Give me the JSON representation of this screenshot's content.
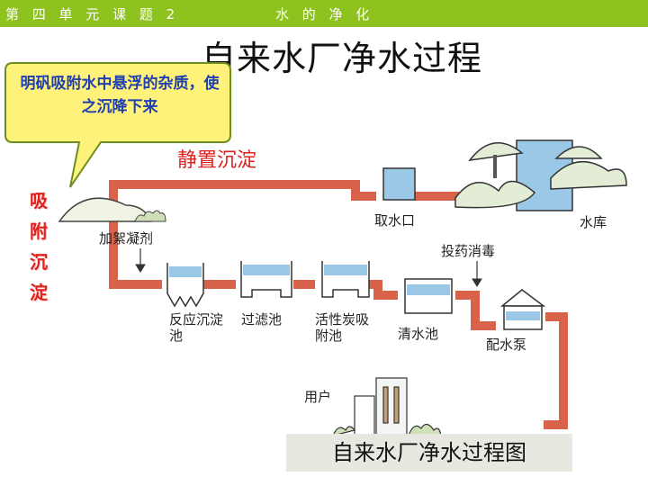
{
  "header": {
    "left": "第 四 单 元 课 题 2",
    "right": "水 的 净 化"
  },
  "title": "自来水厂净水过程",
  "callout": "明矾吸附水中悬浮的杂质，使之沉降下来",
  "static_label": "静置沉淀",
  "vertical_label": "吸附沉淀",
  "diagram": {
    "intake": "取水口",
    "reservoir": "水库",
    "coagulant": "加絮凝剂",
    "sedimentation_tank": "反应沉淀池",
    "filter_tank": "过滤池",
    "carbon_tank": "活性炭吸附池",
    "disinfect": "投药消毒",
    "clear_tank": "清水池",
    "pump": "配水泵",
    "user": "用户"
  },
  "caption": "自来水厂净水过程图",
  "colors": {
    "header_bar": "#8dc21f",
    "pipe": "#d9634a",
    "callout_fill": "#fff27a",
    "callout_text": "#1f3fb0",
    "label_red": "#e0201c",
    "water": "#9cc8e8"
  }
}
